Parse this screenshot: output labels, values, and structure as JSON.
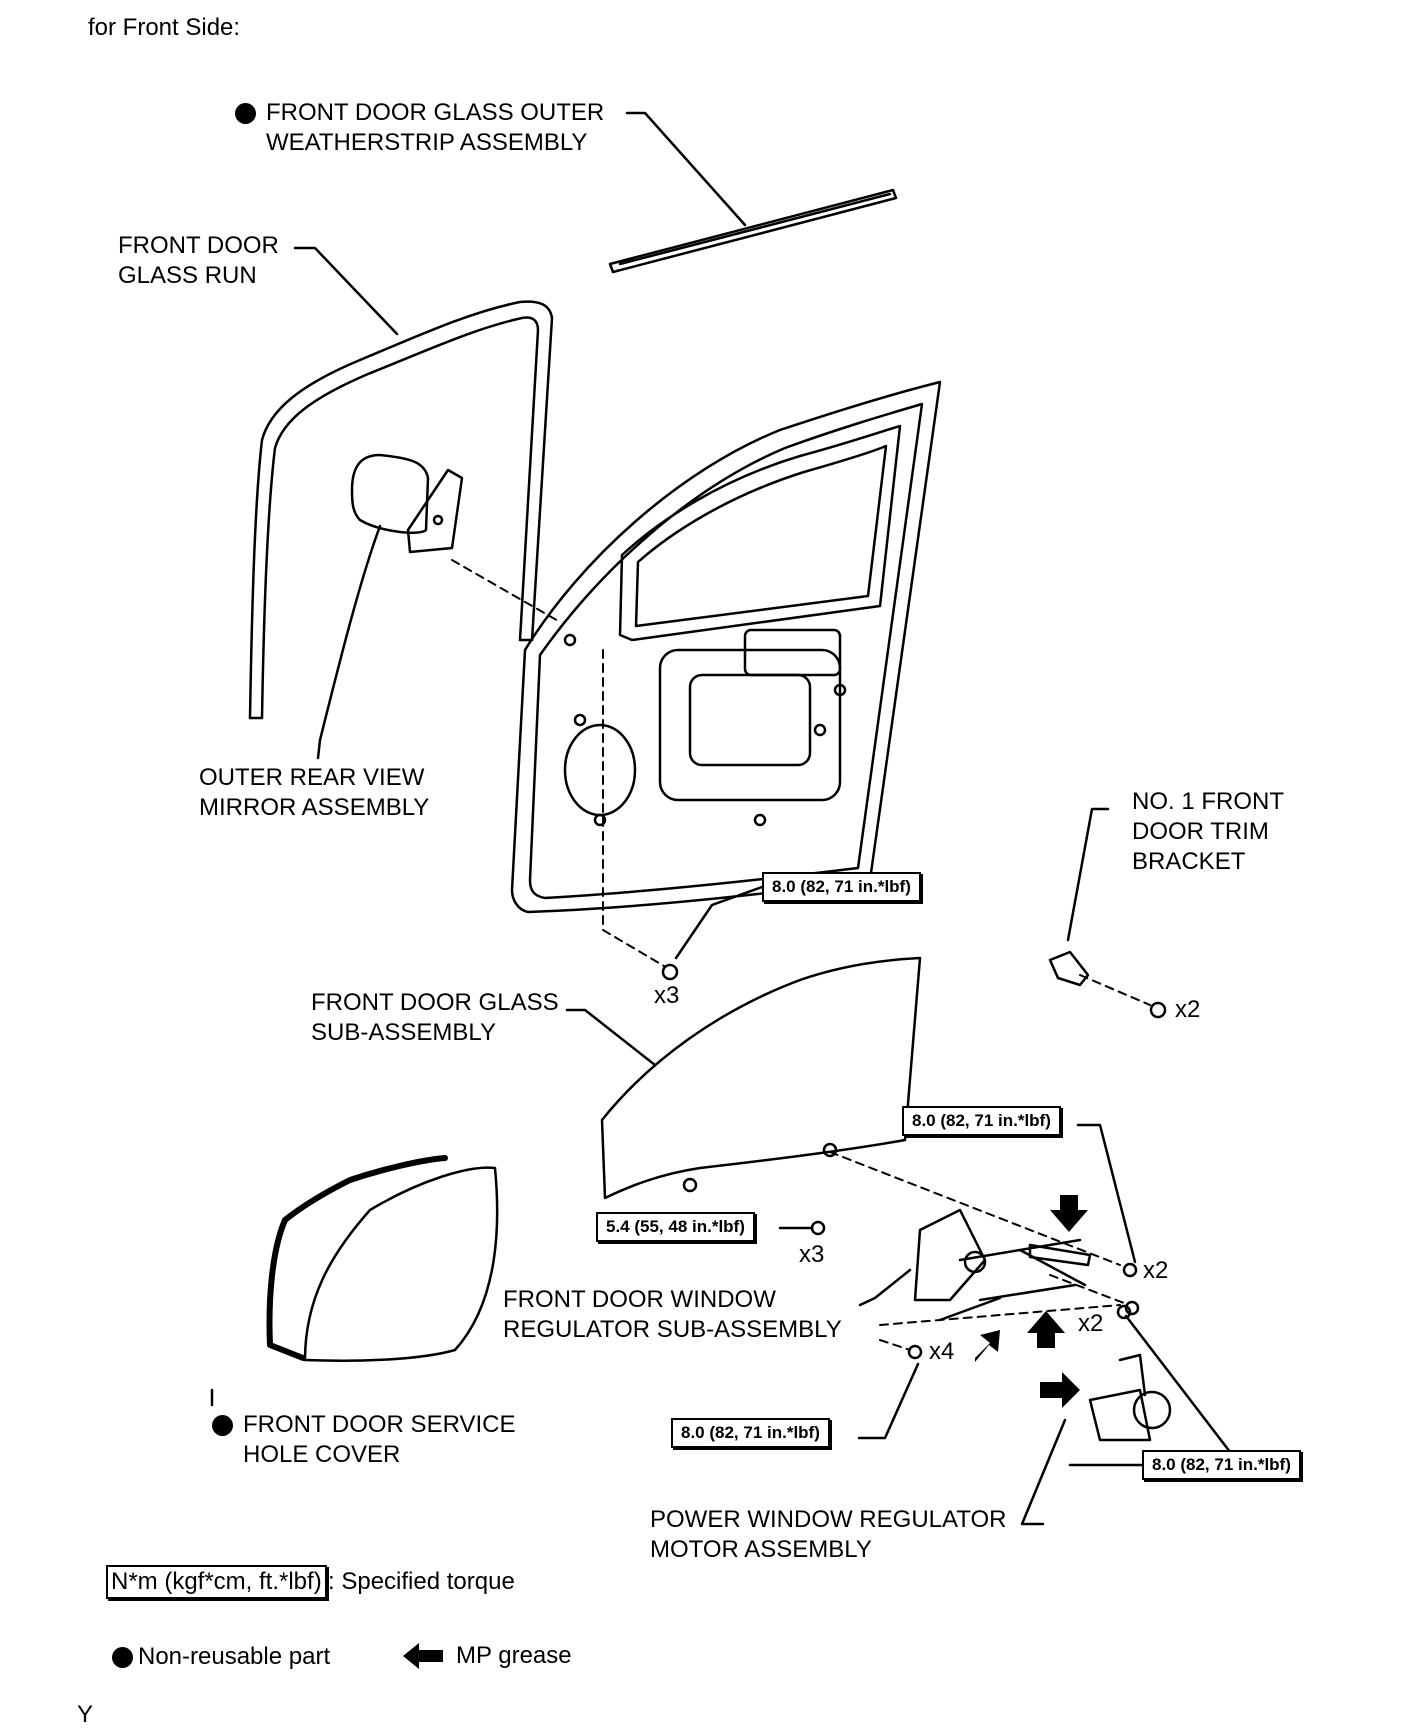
{
  "header": {
    "text": "for Front Side:"
  },
  "labels": {
    "outer_weatherstrip": "FRONT DOOR GLASS OUTER\nWEATHERSTRIP ASSEMBLY",
    "glass_run": "FRONT DOOR\nGLASS RUN",
    "mirror": "OUTER REAR VIEW\nMIRROR ASSEMBLY",
    "trim_bracket": "NO. 1 FRONT\nDOOR TRIM\nBRACKET",
    "glass": "FRONT DOOR GLASS\nSUB-ASSEMBLY",
    "regulator": "FRONT DOOR WINDOW\nREGULATOR SUB-ASSEMBLY",
    "service_cover": "FRONT DOOR SERVICE\nHOLE COVER",
    "motor": "POWER WINDOW REGULATOR\nMOTOR ASSEMBLY"
  },
  "torques": {
    "mirror_nut": "8.0 (82, 71 in.*lbf)",
    "regulator_bolt_upper": "8.0 (82, 71 in.*lbf)",
    "glass_bolt": "5.4 (55, 48 in.*lbf)",
    "regulator_bolt_lower": "8.0 (82, 71 in.*lbf)",
    "motor_bolt": "8.0 (82, 71 in.*lbf)"
  },
  "quantities": {
    "mirror_nut": "x3",
    "bracket_screw": "x2",
    "glass_bolt": "x3",
    "reg_bolt_a": "x2",
    "reg_bolt_b": "x2",
    "reg_bolt_c": "x4"
  },
  "legend": {
    "torque_box": "N*m (kgf*cm, ft.*lbf)",
    "torque_text": ": Specified torque",
    "nonreusable": "Non-reusable part",
    "grease": "MP grease"
  },
  "footer": {
    "code": "Y"
  }
}
